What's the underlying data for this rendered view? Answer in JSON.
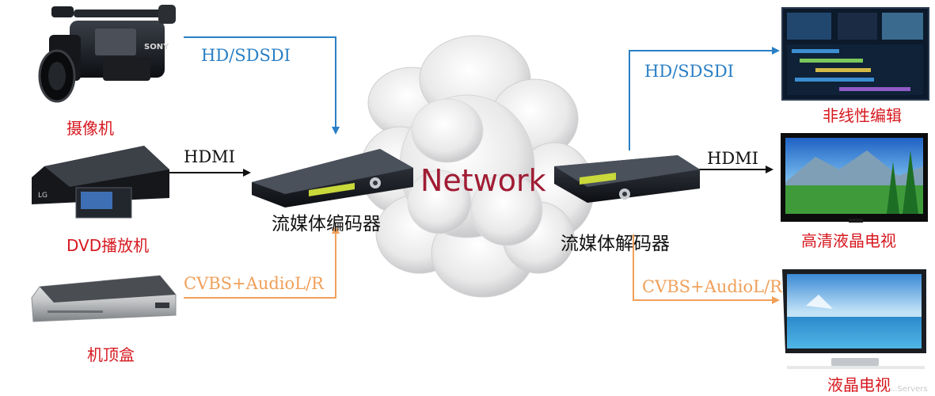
{
  "cloud_label": "Network",
  "sources": {
    "camcorder": "摄像机",
    "dvd_player": "DVD播放机",
    "set_top_box": "机顶盒"
  },
  "encoder_label": "流媒体编码器",
  "decoder_label": "流媒体解码器",
  "destinations": {
    "nle": "非线性编辑",
    "hd_lcd_tv": "高清液晶电视",
    "lcd_tv": "液晶电视"
  },
  "links": {
    "hdsdi_in": "HD/SDSDI",
    "hdmi_in": "HDMI",
    "cvbs_in": "CVBS+AudioL/R",
    "hdsdi_out": "HD/SDSDI",
    "hdmi_out": "HDMI",
    "cvbs_out": "CVBS+AudioL/R"
  },
  "colors": {
    "label_red": "#d6181f",
    "network_text": "#a01c33",
    "blue_link": "#2a7fc5",
    "orange_link": "#f0a05a",
    "black_link": "#111111"
  },
  "watermark": "...Servers"
}
